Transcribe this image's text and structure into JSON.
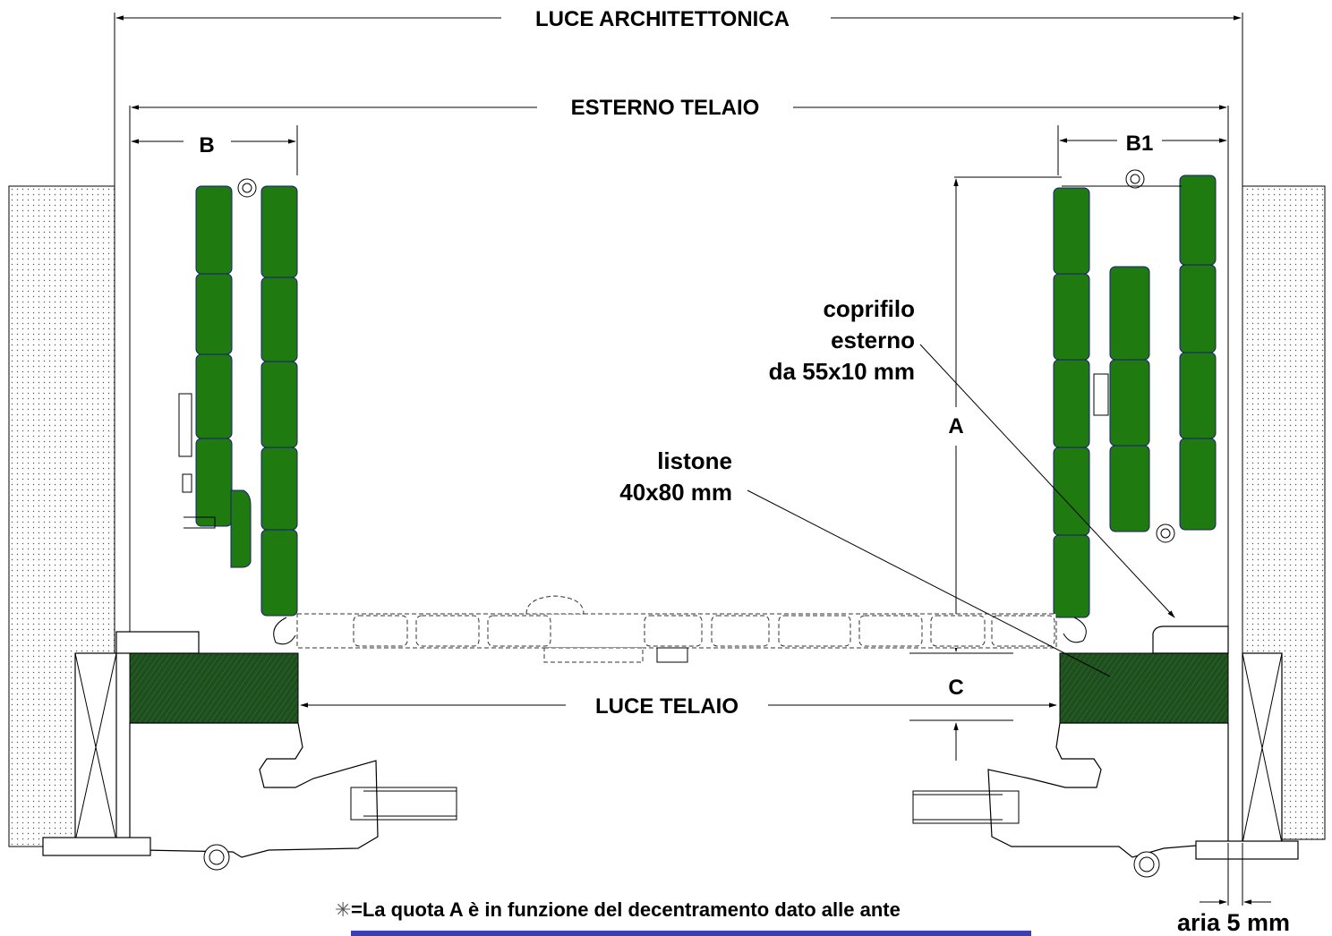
{
  "dimensions": {
    "luce_architettonica": "LUCE  ARCHITETTONICA",
    "esterno_telaio": "ESTERNO TELAIO",
    "luce_telaio": "LUCE TELAIO",
    "b": "B",
    "b1": "B1",
    "a": "A",
    "c": "C"
  },
  "callouts": {
    "coprifilo_line1": "coprifilo",
    "coprifilo_line2": "esterno",
    "coprifilo_line3": "da 55x10 mm",
    "listone_line1": "listone",
    "listone_line2": "40x80 mm",
    "aria": "aria 5 mm"
  },
  "notes": {
    "asterisk": "✳",
    "quota_a": "=La quota A è in funzione del decentramento dato alle ante"
  },
  "colors": {
    "slat_green": "#1f7a0f",
    "wood_dark": "#1e4e1e",
    "outline_blue": "#1a1a7a"
  }
}
